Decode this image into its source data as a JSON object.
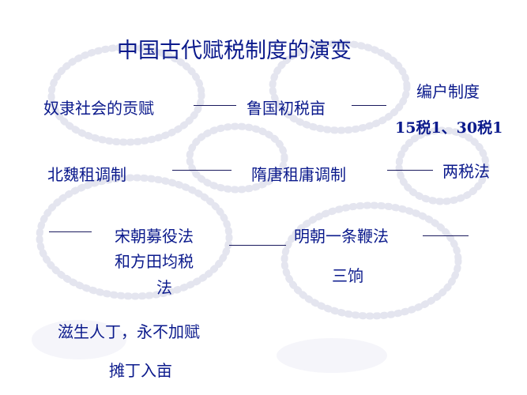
{
  "title": "中国古代赋税制度的演变",
  "items": {
    "slave_tax": "奴隶社会的贡赋",
    "lu_tax": "鲁国初税亩",
    "bianhu_1": "编户制度",
    "bianhu_2": "15税1、30税1",
    "beiwei": "北魏租调制",
    "suitang": "隋唐租庸调制",
    "liangshui": "两税法",
    "song_1": "宋朝募役法",
    "song_2": "和方田均税",
    "song_3": "法",
    "ming": "明朝一条鞭法",
    "sanxiang": "三饷",
    "qing_1": "滋生人丁，永不加赋",
    "qing_2": "摊丁入亩"
  },
  "colors": {
    "text": "#0b1a8c",
    "connector": "#1a1a5e",
    "watermark": "#e6e6f0"
  }
}
